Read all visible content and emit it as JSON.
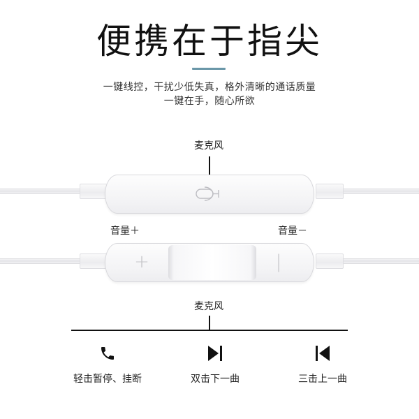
{
  "header": {
    "title": "便携在于指尖",
    "accent_color": "#6a97a8",
    "subtitle_line1": "一键线控，干扰少低失真，格外清晰的通话质量",
    "subtitle_line2": "一键在手，随心所欲"
  },
  "diagram_top": {
    "mic_label": "麦克风",
    "mic_icon": "microphone-icon"
  },
  "diagram_bottom": {
    "volume_up_label": "音量＋",
    "volume_down_label": "音量－",
    "plus_glyph": "+",
    "minus_glyph": "|"
  },
  "timeline": {
    "center_label": "麦克风",
    "actions": [
      {
        "icon": "phone-icon",
        "label": "轻击暂停、挂断"
      },
      {
        "icon": "next-track-icon",
        "label": "双击下一曲"
      },
      {
        "icon": "previous-track-icon",
        "label": "三击上一曲"
      }
    ]
  }
}
